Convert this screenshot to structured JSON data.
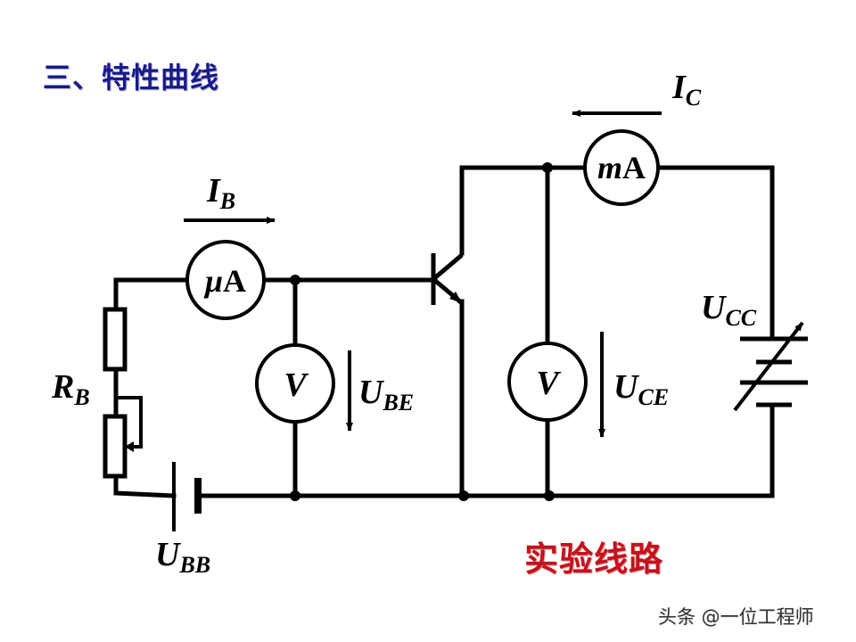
{
  "title": "三、特性曲线",
  "caption": "实验线路",
  "watermark": "头条 @一位工程师",
  "colors": {
    "title": "#1a1a8c",
    "caption": "#c8101c",
    "wire": "#000000",
    "background": "#ffffff"
  },
  "labels": {
    "ib": {
      "main": "I",
      "sub": "B"
    },
    "ic": {
      "main": "I",
      "sub": "C"
    },
    "rb": {
      "main": "R",
      "sub": "B"
    },
    "ubb": {
      "main": "U",
      "sub": "BB"
    },
    "ube": {
      "main": "U",
      "sub": "BE"
    },
    "uce": {
      "main": "U",
      "sub": "CE"
    },
    "ucc": {
      "main": "U",
      "sub": "CC"
    }
  },
  "meters": {
    "microammeter": {
      "prefix": "μ",
      "unit": "A"
    },
    "milliammeter": {
      "prefix": "m",
      "unit": "A"
    },
    "voltmeter_be": {
      "unit": "V"
    },
    "voltmeter_ce": {
      "unit": "V"
    }
  },
  "components": [
    "fixed-resistor",
    "potentiometer",
    "base-battery",
    "microammeter",
    "npn-transistor",
    "voltmeter-be",
    "milliammeter",
    "voltmeter-ce",
    "variable-battery"
  ]
}
